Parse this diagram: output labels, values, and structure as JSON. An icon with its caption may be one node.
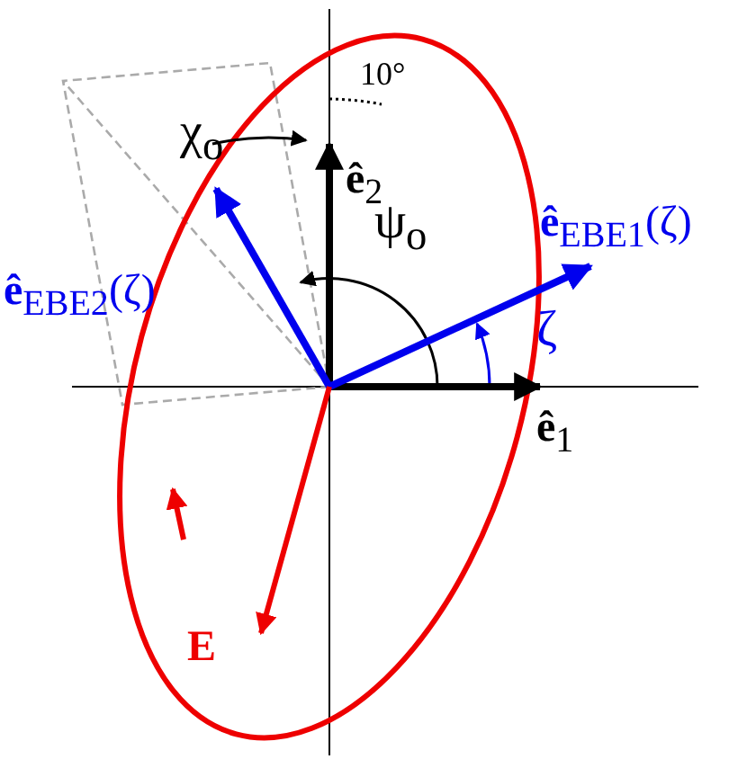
{
  "diagram": {
    "labels": [
      "10°",
      "χ$_{o}$",
      "**ê**$_{2}$",
      "ψ$_{o}$",
      "**ê**$_{EBE2}$(ζ)",
      "**ê**$_{EBE1}$(ζ)",
      "ζ",
      "**ê**$_{1}$",
      "E"
    ]
  }
}
